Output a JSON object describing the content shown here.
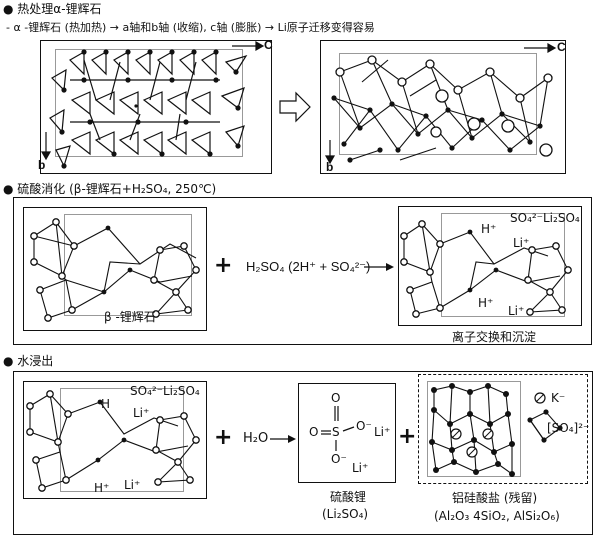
{
  "sections": {
    "heat": {
      "title": "● 热处理α-锂辉石",
      "subtitle": "- α -锂辉石 (热加热) → a轴和b轴 (收缩), c轴 (膨胀) → Li原子迁移变得容易",
      "axis_c_left": "C",
      "axis_c_right": "C",
      "axis_b_left": "b",
      "axis_b_right": "b"
    },
    "acid": {
      "title": "● 硫酸消化 (β-锂辉石+H₂SO₄, 250℃)",
      "left_label": "β -锂辉石",
      "reagent": "H₂SO₄ (2H⁺ + SO₄²⁻)",
      "right_h": "H⁺",
      "right_so4": "SO₄²⁻",
      "right_li2so4": "Li₂SO₄",
      "right_li": "Li⁺",
      "right_h2": "H⁺",
      "right_li2": "Li⁺",
      "caption": "离子交换和沉淀"
    },
    "water": {
      "title": "● 水浸出",
      "left_h": "H",
      "left_so4": "SO₄²⁻",
      "left_li2so4": "Li₂SO₄",
      "left_li": "Li⁺",
      "left_h2": "H⁺",
      "left_li2": "Li⁺",
      "reagent": "H₂O",
      "mid_li_a": "Li⁺",
      "mid_li_b": "Li⁺",
      "mid_o1": "O",
      "mid_o2": "O⁻",
      "mid_o3": "O⁻",
      "mid_o4": "O",
      "mid_s": "S",
      "mid_caption1": "硫酸锂",
      "mid_caption2": "(Li₂SO₄)",
      "right_k": "K⁻",
      "right_so4": "[SO₄]²⁻",
      "right_caption1": "铝硅酸盐 (残留)",
      "right_caption2": "(Al₂O₃ 4SiO₂, AlSi₂O₆)"
    }
  }
}
